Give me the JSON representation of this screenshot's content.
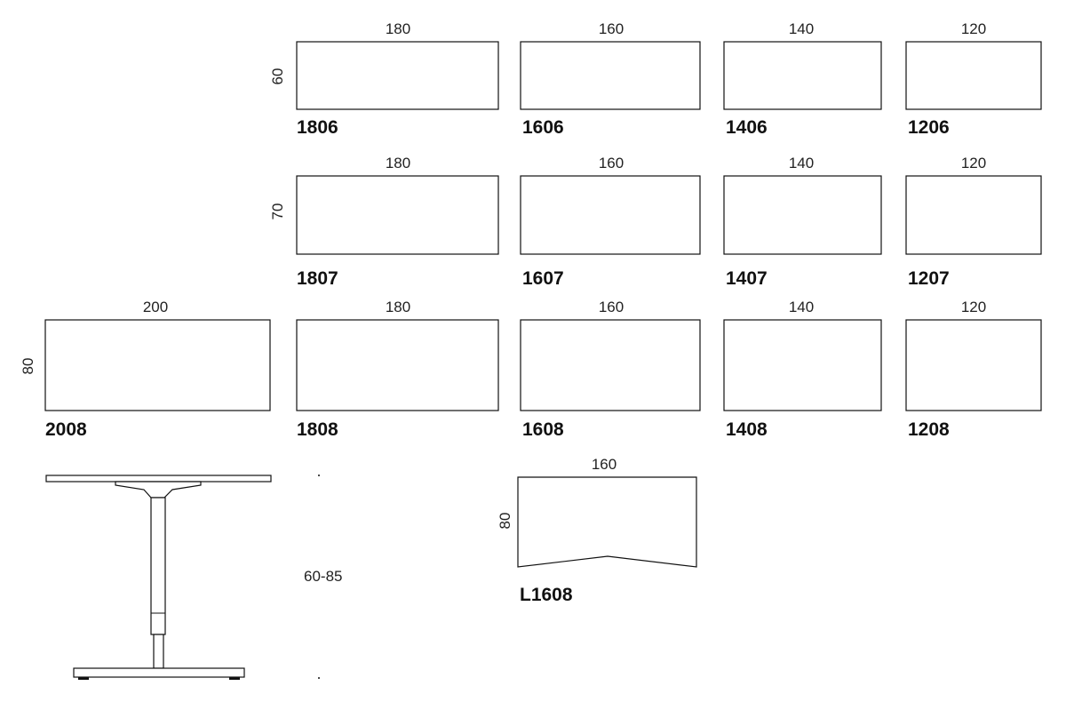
{
  "rows": [
    {
      "depth": "60",
      "tables": [
        {
          "width": "180",
          "code": "1806"
        },
        {
          "width": "160",
          "code": "1606"
        },
        {
          "width": "140",
          "code": "1406"
        },
        {
          "width": "120",
          "code": "1206"
        }
      ]
    },
    {
      "depth": "70",
      "tables": [
        {
          "width": "180",
          "code": "1807"
        },
        {
          "width": "160",
          "code": "1607"
        },
        {
          "width": "140",
          "code": "1407"
        },
        {
          "width": "120",
          "code": "1207"
        }
      ]
    },
    {
      "depth": "80",
      "tables": [
        {
          "width": "200",
          "code": "2008"
        },
        {
          "width": "180",
          "code": "1808"
        },
        {
          "width": "160",
          "code": "1608"
        },
        {
          "width": "140",
          "code": "1408"
        },
        {
          "width": "120",
          "code": "1208"
        }
      ]
    }
  ],
  "side_view": {
    "height_range": "60-85"
  },
  "special": {
    "width": "160",
    "depth": "80",
    "code": "L1608"
  }
}
